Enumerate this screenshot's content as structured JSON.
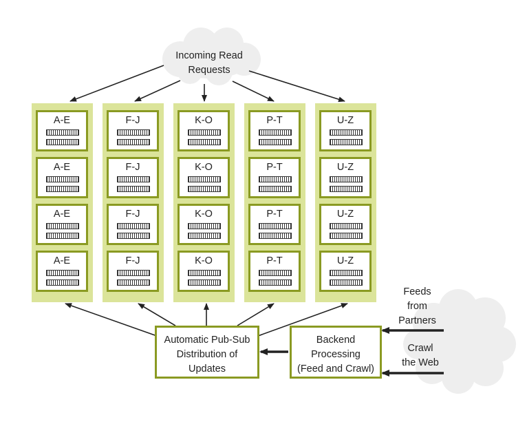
{
  "read_requests": {
    "line1": "Incoming Read",
    "line2": "Requests"
  },
  "shards": [
    {
      "label": "A-E"
    },
    {
      "label": "F-J"
    },
    {
      "label": "K-O"
    },
    {
      "label": "P-T"
    },
    {
      "label": "U-Z"
    }
  ],
  "replicas_per_shard": 4,
  "pubsub": {
    "line1": "Automatic Pub-Sub",
    "line2": "Distribution of",
    "line3": "Updates"
  },
  "backend": {
    "line1": "Backend",
    "line2": "Processing",
    "line3": "(Feed and Crawl)"
  },
  "feeds": {
    "line1": "Feeds",
    "line2": "from",
    "line3": "Partners"
  },
  "crawl": {
    "line1": "Crawl",
    "line2": "the Web"
  },
  "colors": {
    "olive_border": "#8a9a22",
    "column_fill": "#dbe49a",
    "arrow": "#222222",
    "cloud": "#eeeeee"
  }
}
